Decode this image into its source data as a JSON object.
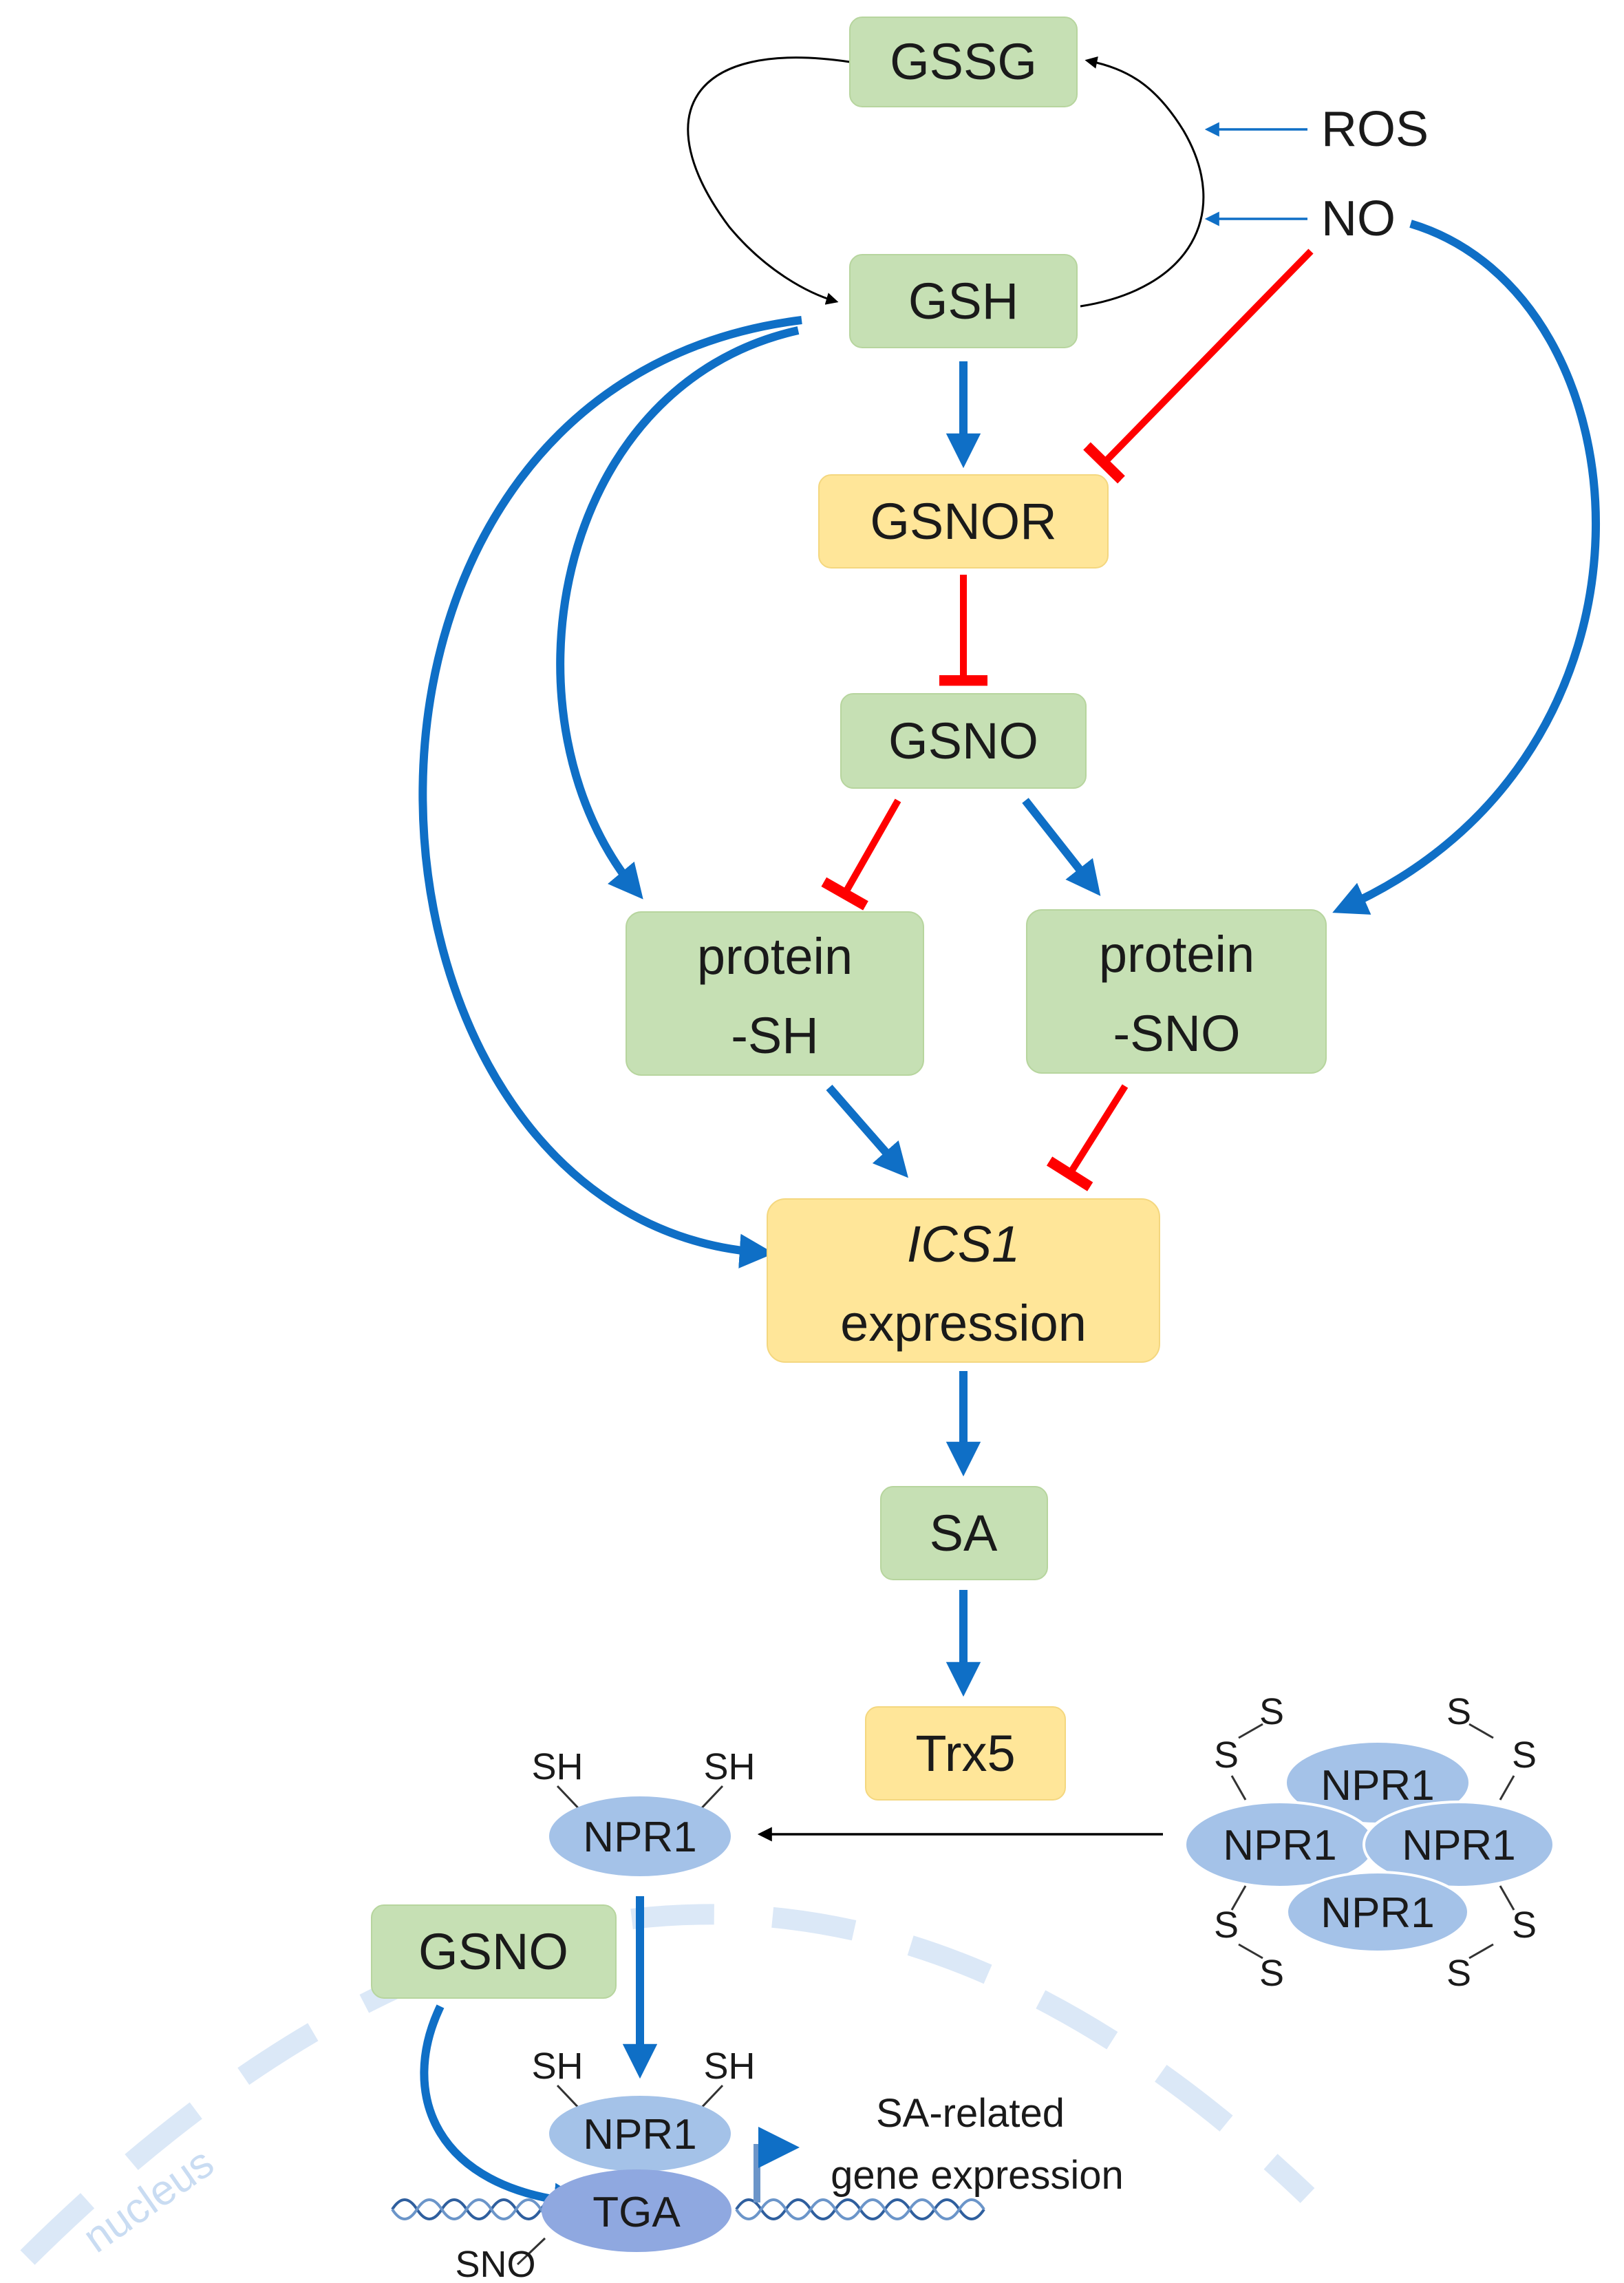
{
  "colors": {
    "green_fill": "#c6e0b4",
    "yellow_fill": "#ffe699",
    "blue_arrow": "#0f6fc6",
    "red_inhibit": "#ff0000",
    "npr_fill": "#a4c2e8",
    "tga_fill": "#8fa8e0",
    "nucleus": "#dbe8f7",
    "black": "#000000"
  },
  "nodes": {
    "gssg": "GSSG",
    "gsh": "GSH",
    "gsnor": "GSNOR",
    "gsno": "GSNO",
    "protein_sh": [
      "protein",
      "-SH"
    ],
    "protein_sno": [
      "protein",
      "-SNO"
    ],
    "ics1": [
      "ICS1",
      "expression"
    ],
    "sa": "SA",
    "trx5": "Trx5",
    "gsno_nucleus": "GSNO"
  },
  "labels": {
    "ros": "ROS",
    "no": "NO",
    "sh": "SH",
    "s": "S",
    "sno": "SNO",
    "nucleus": "nucleus",
    "gene_expression": [
      "SA-related",
      "gene expression"
    ]
  },
  "proteins": {
    "npr1": "NPR1",
    "tga": "TGA"
  }
}
